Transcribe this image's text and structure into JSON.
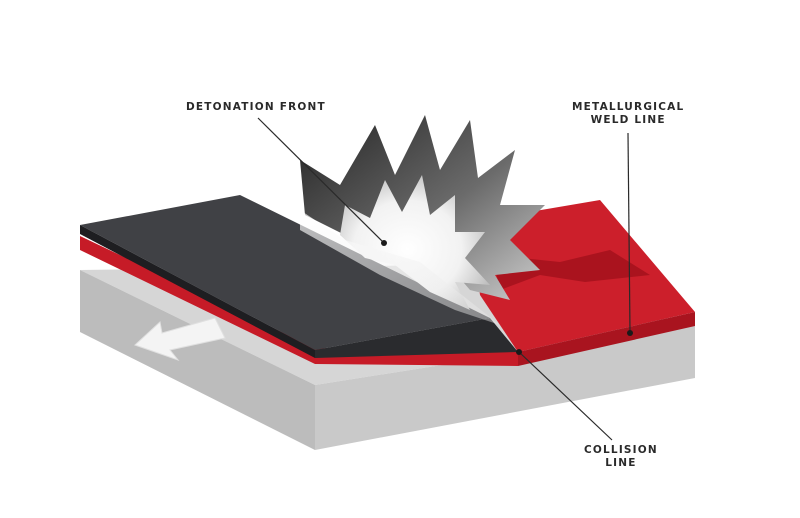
{
  "labels": {
    "detonation_front": "DETONATION FRONT",
    "weld_line": [
      "METALLURGICAL",
      "WELD LINE"
    ],
    "collision_line": [
      "COLLISION",
      "LINE"
    ]
  },
  "colors": {
    "base_plate_top": "#d7d7d7",
    "base_plate_front": "#b3b3b3",
    "base_plate_side": "#c4c4c4",
    "clad_red": "#cc1f2b",
    "clad_red_dark": "#9a1420",
    "flyer_plate_top": "#3f4044",
    "flyer_plate_edge": "#1f1f22",
    "explosion_dark": "#2b2b2b"
  }
}
